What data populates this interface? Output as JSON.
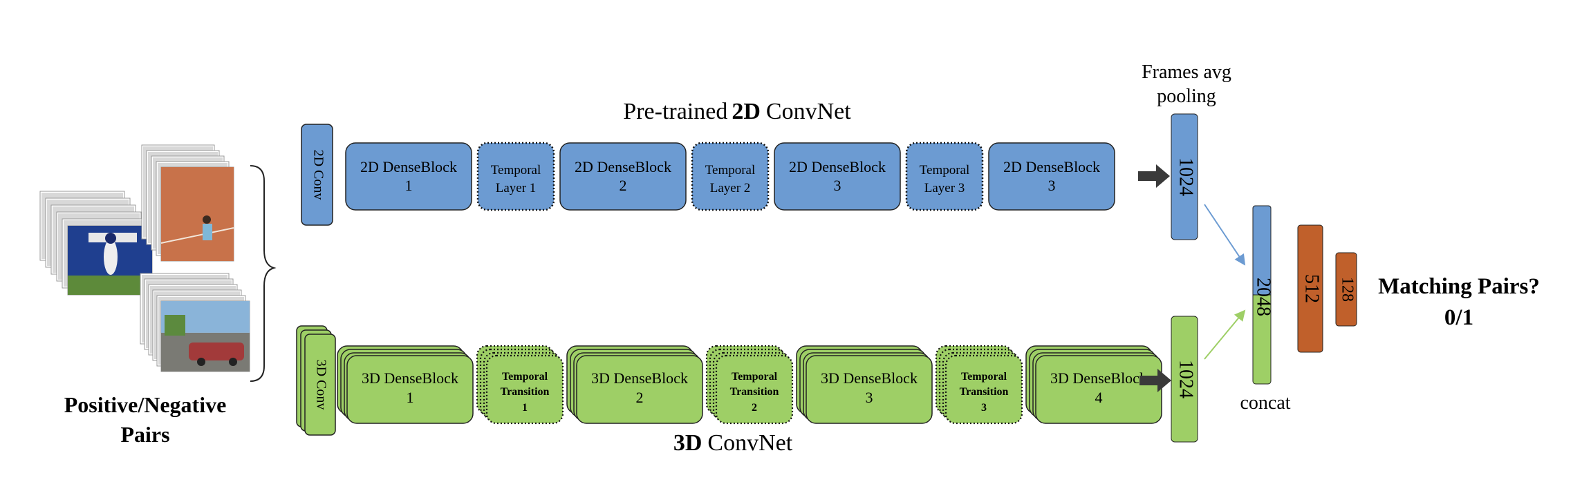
{
  "colors": {
    "blue": "#6C9BD2",
    "green": "#9ECF66",
    "orange": "#C0602B",
    "stroke": "#222222",
    "arrow": "#3a3a3a",
    "text": "#000000"
  },
  "input": {
    "caption_line1": "Positive/Negative",
    "caption_line2": "Pairs",
    "pair_images": [
      {
        "name": "football-player-frames",
        "description": "stack of football video frames"
      },
      {
        "name": "tennis-player-frames",
        "description": "stack of tennis video frames"
      },
      {
        "name": "street-car-frames",
        "description": "stack of street scene frames"
      }
    ]
  },
  "branch_2d": {
    "title_prefix": "Pre-trained",
    "title_bold": "2D",
    "title_suffix": "ConvNet",
    "conv": "2D Conv",
    "blocks": [
      {
        "kind": "dense",
        "line1": "2D DenseBlock",
        "line2": "1"
      },
      {
        "kind": "temporal",
        "line1": "Temporal",
        "line2": "Layer 1"
      },
      {
        "kind": "dense",
        "line1": "2D DenseBlock",
        "line2": "2"
      },
      {
        "kind": "temporal",
        "line1": "Temporal",
        "line2": "Layer 2"
      },
      {
        "kind": "dense",
        "line1": "2D DenseBlock",
        "line2": "3"
      },
      {
        "kind": "temporal",
        "line1": "Temporal",
        "line2": "Layer 3"
      },
      {
        "kind": "dense",
        "line1": "2D DenseBlock",
        "line2": "3"
      }
    ],
    "pool_label_line1": "Frames avg",
    "pool_label_line2": "pooling",
    "feature_size": "1024"
  },
  "branch_3d": {
    "title_bold": "3D",
    "title_suffix": "ConvNet",
    "conv": "3D Conv",
    "blocks": [
      {
        "kind": "dense",
        "line1": "3D DenseBlock",
        "line2": "1"
      },
      {
        "kind": "temporal",
        "line1": "Temporal",
        "line2": "Transition",
        "line3": "1"
      },
      {
        "kind": "dense",
        "line1": "3D DenseBlock",
        "line2": "2"
      },
      {
        "kind": "temporal",
        "line1": "Temporal",
        "line2": "Transition",
        "line3": "2"
      },
      {
        "kind": "dense",
        "line1": "3D DenseBlock",
        "line2": "3"
      },
      {
        "kind": "temporal",
        "line1": "Temporal",
        "line2": "Transition",
        "line3": "3"
      },
      {
        "kind": "dense",
        "line1": "3D DenseBlock",
        "line2": "4"
      }
    ],
    "feature_size": "1024"
  },
  "head": {
    "concat_size": "2048",
    "concat_label": "concat",
    "fc1": "512",
    "fc2": "128",
    "output_line1": "Matching Pairs?",
    "output_line2": "0/1"
  }
}
